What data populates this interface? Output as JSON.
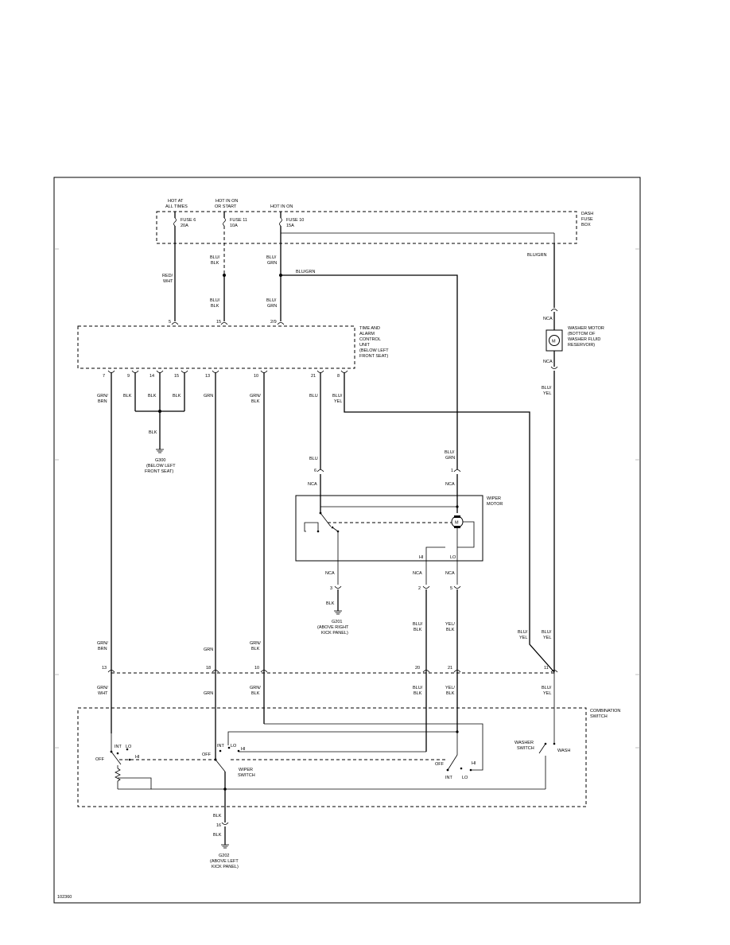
{
  "power": {
    "hot_at_times": [
      "HOT AT",
      "ALL TIMES"
    ],
    "hot_in_on_start": [
      "HOT IN ON",
      "OR START"
    ],
    "hot_in_on": [
      "HOT IN ON"
    ]
  },
  "fuses": {
    "fuse6": [
      "FUSE 6",
      "20A"
    ],
    "fuse11": [
      "FUSE 11",
      "10A"
    ],
    "fuse10": [
      "FUSE 10",
      "15A"
    ]
  },
  "dash_fuse_box": [
    "DASH",
    "FUSE",
    "BOX"
  ],
  "time_alarm_unit": [
    "TIME AND",
    "ALARM",
    "CONTROL",
    "UNIT",
    "(BELOW LEFT",
    "FRONT SEAT)"
  ],
  "wire_colors": {
    "red_wht": [
      "RED/",
      "WHT"
    ],
    "blu_blk": [
      "BLU/",
      "BLK"
    ],
    "blu_grn": [
      "BLU/",
      "GRN"
    ],
    "blu_grn_inline": "BLU/GRN",
    "grn_brn": [
      "GRN/",
      "BRN"
    ],
    "blk": "BLK",
    "grn": "GRN",
    "grn_blk": [
      "GRN/",
      "BLK"
    ],
    "blu": "BLU",
    "blu_yel": [
      "BLU/",
      "YEL"
    ],
    "yel_blk": [
      "YEL/",
      "BLK"
    ],
    "grn_wht": [
      "GRN/",
      "WHT"
    ]
  },
  "unit_pins": {
    "top": [
      "5",
      "15",
      "2/9"
    ],
    "bottom": [
      "7",
      "9",
      "14",
      "15",
      "13",
      "10",
      "21",
      "8"
    ]
  },
  "grounds": {
    "g300": [
      "G300",
      "(BELOW LEFT",
      "FRONT SEAT)"
    ],
    "g201": [
      "G201",
      "(ABOVE RIGHT",
      "KICK PANEL)"
    ],
    "g202": [
      "G202",
      "(ABOVE LEFT",
      "KICK PANEL)"
    ]
  },
  "washer_motor": [
    "WASHER MOTOR",
    "(BOTTOM OF",
    "WASHER FLUID",
    "RESERVOIR)"
  ],
  "motor_symbol": "M",
  "nca": "NCA",
  "wiper_motor": [
    "WIPER",
    "MOTOR"
  ],
  "wiper_pins": [
    "6",
    "1",
    "3",
    "2",
    "5"
  ],
  "hi_label": "HI",
  "lo_label": "LO",
  "combo_pins": [
    "13",
    "18",
    "10",
    "20",
    "21",
    "11",
    "16"
  ],
  "combination_switch": [
    "COMBINATION",
    "SWITCH"
  ],
  "switch_labels": {
    "int": "INT",
    "lo": "LO",
    "hi": "HI",
    "off": "OFF",
    "wiper_switch": [
      "WIPER",
      "SWITCH"
    ],
    "washer_switch": [
      "WASHER",
      "SWITCH"
    ],
    "wash": "WASH"
  },
  "figure_id": "102360"
}
